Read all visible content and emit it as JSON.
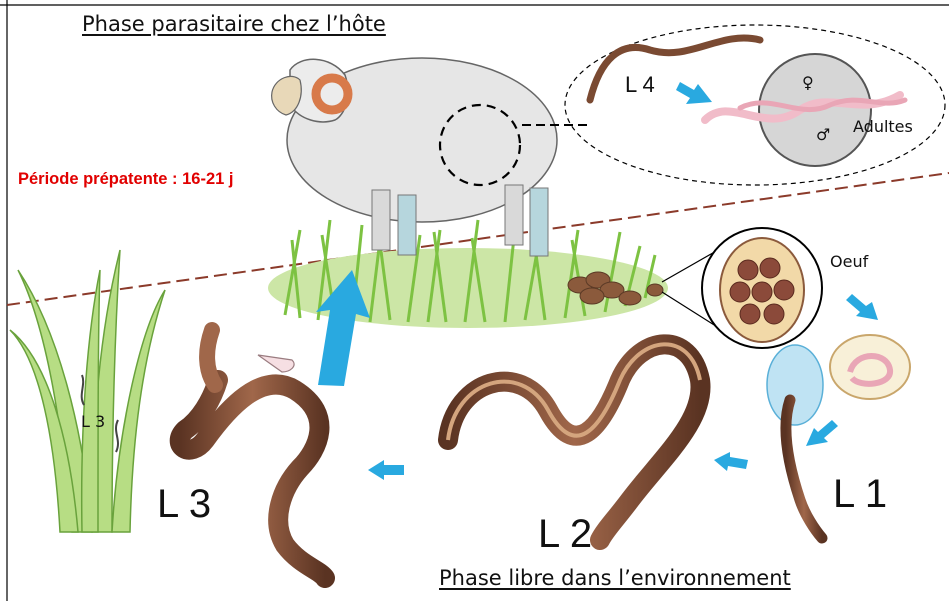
{
  "diagram": {
    "top_phase": "Phase parasitaire chez l’hôte",
    "bottom_phase": "Phase libre dans l’environnement",
    "prepatent": "Période prépatente : 16-21 j",
    "egg": "Oeuf",
    "adults": "Adultes",
    "female_symbol": "♀",
    "male_symbol": "♂",
    "stages": {
      "l1": "L 1",
      "l2": "L 2",
      "l3": "L 3",
      "l3_small": "L 3",
      "l4": "L 4"
    }
  },
  "colors": {
    "worm": "#7a4a32",
    "arrow": "#29a9e0",
    "grass": "#7dc242",
    "divider": "#8b3a2a",
    "prepatent": "#e10000",
    "adult_worm": "#f1bcc9"
  }
}
